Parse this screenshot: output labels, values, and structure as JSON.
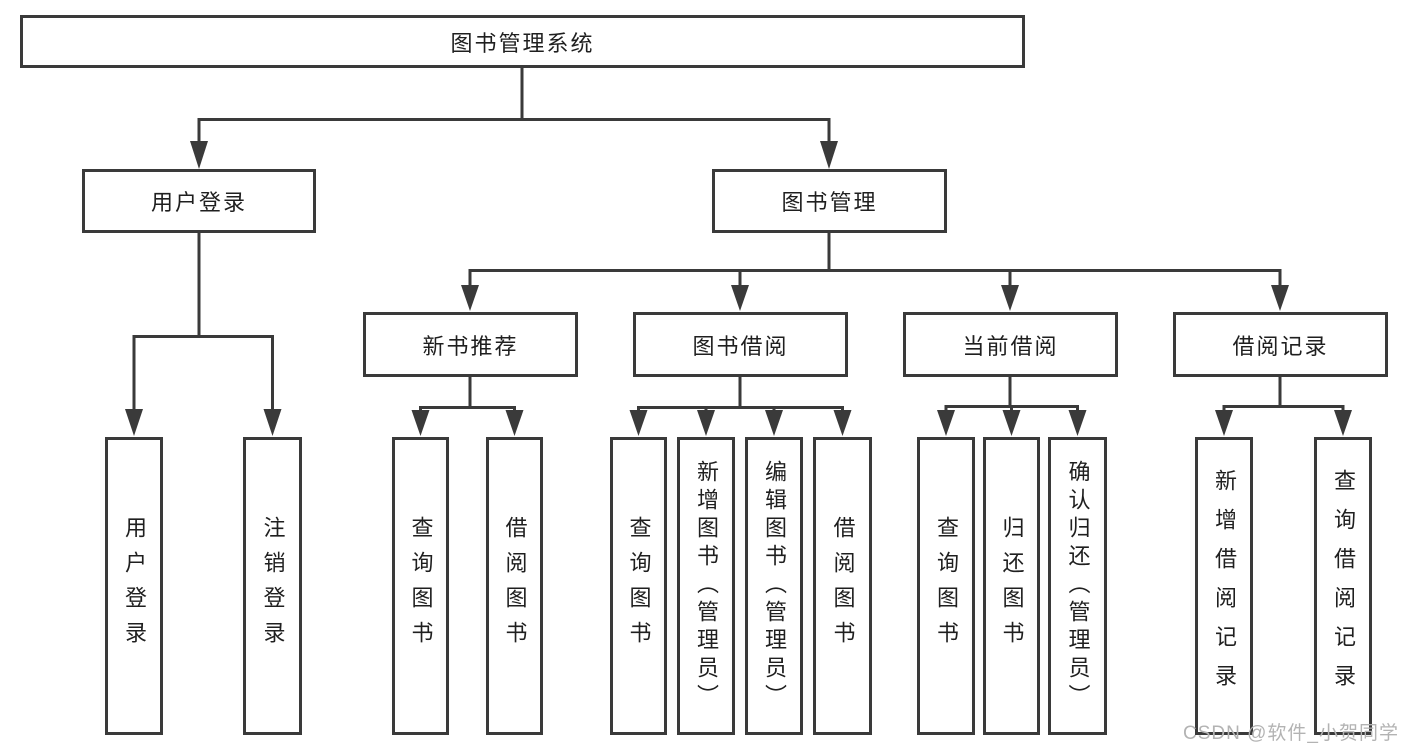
{
  "tree": {
    "root": {
      "label": "图书管理系统"
    },
    "branches": [
      {
        "label": "用户登录",
        "children": [
          {
            "label": "用户登录"
          },
          {
            "label": "注销登录"
          }
        ]
      },
      {
        "label": "图书管理",
        "children": [
          {
            "label": "新书推荐",
            "children": [
              {
                "label": "查询图书"
              },
              {
                "label": "借阅图书"
              }
            ]
          },
          {
            "label": "图书借阅",
            "children": [
              {
                "label": "查询图书"
              },
              {
                "label": "新增图书（管理员）"
              },
              {
                "label": "编辑图书（管理员）"
              },
              {
                "label": "借阅图书"
              }
            ]
          },
          {
            "label": "当前借阅",
            "children": [
              {
                "label": "查询图书"
              },
              {
                "label": "归还图书"
              },
              {
                "label": "确认归还（管理员）"
              }
            ]
          },
          {
            "label": "借阅记录",
            "children": [
              {
                "label": "新增借阅记录"
              },
              {
                "label": "查询借阅记录"
              }
            ]
          }
        ]
      }
    ]
  },
  "watermark": {
    "text": "CSDN @软件_小贺同学"
  },
  "colors": {
    "background": "#ffffff",
    "box_border": "#3a3a3a",
    "line": "#3a3a3a",
    "text": "#1f1f1f",
    "watermark": "#b3b3b3"
  }
}
